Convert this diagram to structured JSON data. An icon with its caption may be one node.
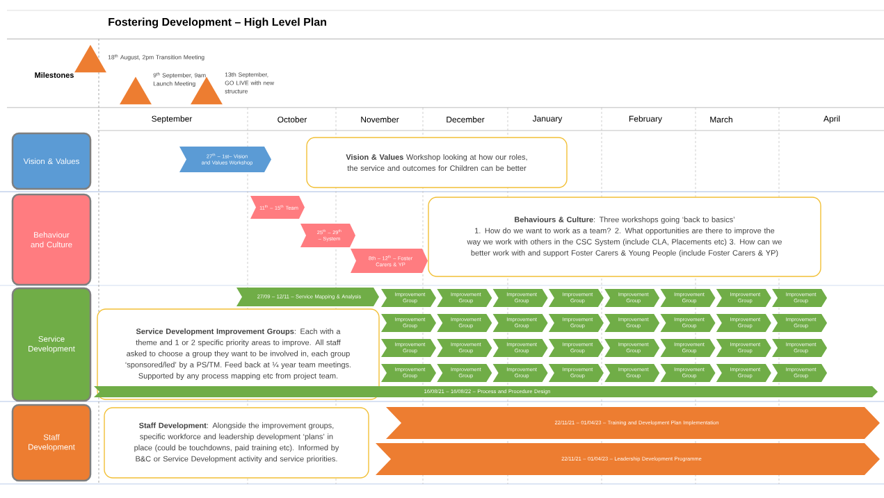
{
  "diagram": {
    "title": "Fostering Development – High Level Plan",
    "nodes": [
      {
        "text": [],
        "shape": "triangle",
        "beside": [
          "18$^{th}$ August, 2pm Transition Meeting"
        ]
      },
      {
        "text": [],
        "shape": "triangle",
        "beside": [
          "9$^{th}$ September, 9am Launch Meeting"
        ]
      },
      {
        "text": [],
        "shape": "triangle",
        "beside": [
          "13th September, GO LIVE with new structure"
        ]
      },
      {
        "text": [
          "Vision & Values"
        ]
      },
      {
        "text": [
          "27$^{th}$ – 1st– Vision and Values Workshop"
        ]
      },
      {
        "text": [
          "**Vision & Values** Workshop looking at how our roles, the service and outcomes for Children can be better"
        ]
      },
      {
        "text": [
          "Behaviour and Culture"
        ]
      },
      {
        "text": [
          "11$^{th}$ – 15$^{th}$ Team"
        ]
      },
      {
        "text": [
          "25$^{th}$ – 29$^{th}$ – System"
        ]
      },
      {
        "text": [
          "8th – 12$^{th}$ – Foster Carers & YP"
        ]
      },
      {
        "text": [
          "**Behaviours & Culture**: Three workshops going ‘back to basics’",
          "1. How do we want to work as a team? 2. What opportunities are there to improve the way we work with others in the CSC System (include CLA, Placements etc) 3. How can we better work with and support Foster Carers & Young People (include Foster Carers & YP)"
        ]
      },
      {
        "text": [
          "Service Development"
        ]
      },
      {
        "text": [
          "27/09 – 12/11 – Service Mapping & Analysis"
        ]
      },
      {
        "text": [
          "Improvement Group"
        ]
      },
      {
        "text": [
          "Improvement Group"
        ]
      },
      {
        "text": [
          "Improvement Group"
        ]
      },
      {
        "text": [
          "Improvement Group"
        ]
      },
      {
        "text": [
          "Improvement Group"
        ]
      },
      {
        "text": [
          "Improvement Group"
        ]
      },
      {
        "text": [
          "Improvement Group"
        ]
      },
      {
        "text": [
          "Improvement Group"
        ]
      },
      {
        "text": [
          "Improvement Group"
        ]
      },
      {
        "text": [
          "Improvement Group"
        ]
      },
      {
        "text": [
          "Improvement Group"
        ]
      },
      {
        "text": [
          "Improvement Group"
        ]
      },
      {
        "text": [
          "Improvement Group"
        ]
      },
      {
        "text": [
          "Improvement Group"
        ]
      },
      {
        "text": [
          "Improvement Group"
        ]
      },
      {
        "text": [
          "Improvement Group"
        ]
      },
      {
        "text": [
          "Improvement Group"
        ]
      },
      {
        "text": [
          "Improvement Group"
        ]
      },
      {
        "text": [
          "Improvement Group"
        ]
      },
      {
        "text": [
          "Improvement Group"
        ]
      },
      {
        "text": [
          "Improvement Group"
        ]
      },
      {
        "text": [
          "Improvement Group"
        ]
      },
      {
        "text": [
          "Improvement Group"
        ]
      },
      {
        "text": [
          "Improvement Group"
        ]
      },
      {
        "text": [
          "Improvement Group"
        ]
      },
      {
        "text": [
          "Improvement Group"
        ]
      },
      {
        "text": [
          "Improvement Group"
        ]
      },
      {
        "text": [
          "Improvement Group"
        ]
      },
      {
        "text": [
          "Improvement Group"
        ]
      },
      {
        "text": [
          "Improvement Group"
        ]
      },
      {
        "text": [
          "Improvement Group"
        ]
      },
      {
        "text": [
          "Improvement Group"
        ]
      },
      {
        "text": [
          "**Service Development Improvement Groups**: Each with a theme and 1 or 2 specific priority areas to improve. All staff asked to choose a group they want to be involved in, each group ‘sponsored/led’ by a PS/TM. Feed back at ¼ year team meetings. Supported by any process mapping etc from project team."
        ]
      },
      {
        "text": [
          "16/08/21 – 16/08/22 – Process and Procedure Design"
        ]
      },
      {
        "text": [
          "Staff Development"
        ]
      },
      {
        "text": [
          "**Staff Development**: Alongside the improvement groups, specific workforce and leadership development ‘plans’ in place (could be touchdowns, paid training etc). Informed by B&C or Service Development activity and service priorities."
        ]
      },
      {
        "text": [
          "22/11/21 – 01/04/23 – Training and Development Plan Implementation"
        ]
      },
      {
        "text": [
          "22/11/21 – 01/04/23 – Leadership Development Programme"
        ]
      }
    ],
    "labels": [
      "Milestones",
      "September",
      "October",
      "November",
      "December",
      "January",
      "February",
      "March",
      "April"
    ]
  }
}
